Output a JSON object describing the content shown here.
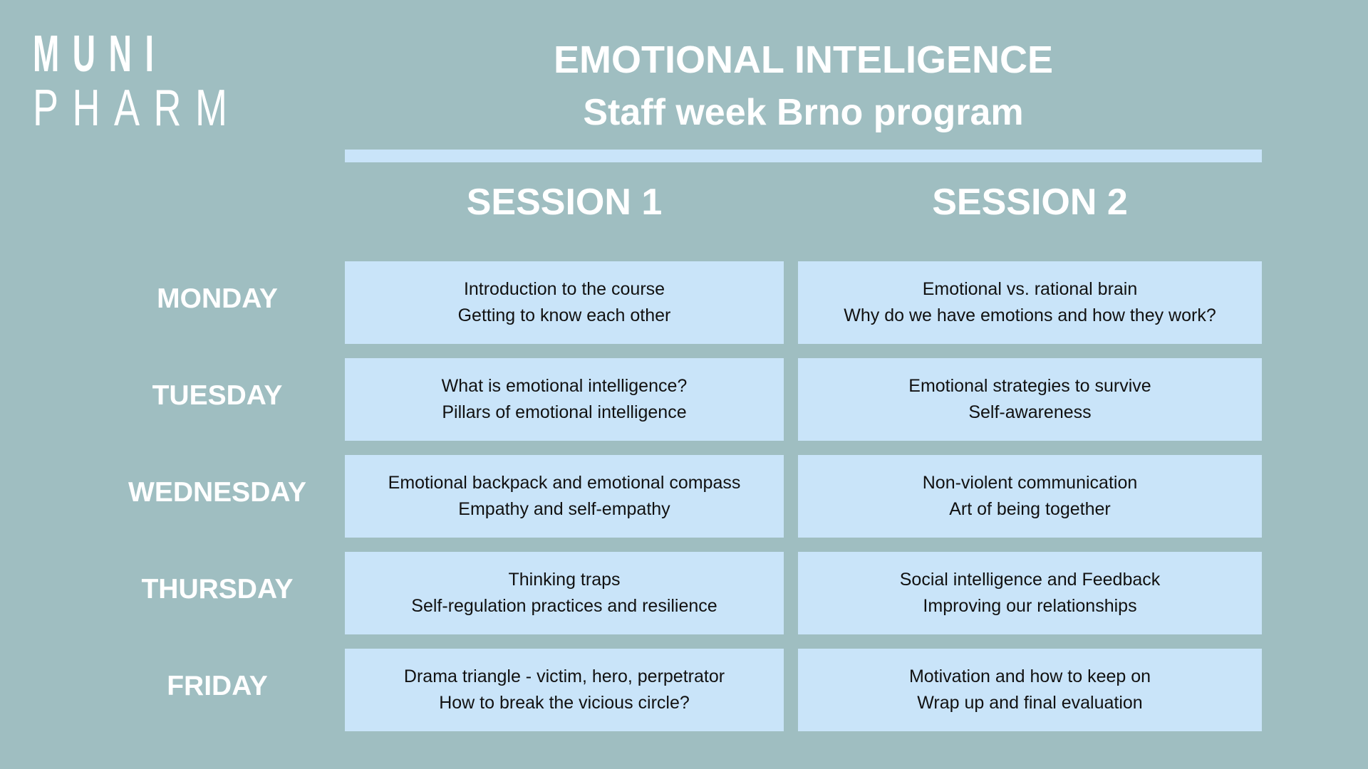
{
  "logo": {
    "line1": "MUNI",
    "line2": "PHARM"
  },
  "header": {
    "title": "EMOTIONAL INTELIGENCE",
    "subtitle": "Staff week Brno program"
  },
  "sessions": [
    "SESSION 1",
    "SESSION 2"
  ],
  "days": [
    {
      "name": "MONDAY",
      "session1": [
        "Introduction to the course",
        "Getting to know each other"
      ],
      "session2": [
        "Emotional vs. rational brain",
        "Why do we have emotions and how they work?"
      ]
    },
    {
      "name": "TUESDAY",
      "session1": [
        "What is emotional intelligence?",
        "Pillars of emotional intelligence"
      ],
      "session2": [
        "Emotional strategies to survive",
        "Self-awareness"
      ]
    },
    {
      "name": "WEDNESDAY",
      "session1": [
        "Emotional backpack and emotional compass",
        "Empathy and self-empathy"
      ],
      "session2": [
        "Non-violent communication",
        "Art of being together"
      ]
    },
    {
      "name": "THURSDAY",
      "session1": [
        "Thinking traps",
        "Self-regulation practices and resilience"
      ],
      "session2": [
        "Social intelligence and Feedback",
        "Improving our relationships"
      ]
    },
    {
      "name": "FRIDAY",
      "session1": [
        "Drama triangle - victim, hero, perpetrator",
        "How to break the vicious circle?"
      ],
      "session2": [
        "Motivation and how to keep on",
        "Wrap up and final evaluation"
      ]
    }
  ],
  "colors": {
    "background": "#9fbec1",
    "cell": "#c9e4f9",
    "heading_text": "#ffffff",
    "cell_text": "#111111"
  }
}
